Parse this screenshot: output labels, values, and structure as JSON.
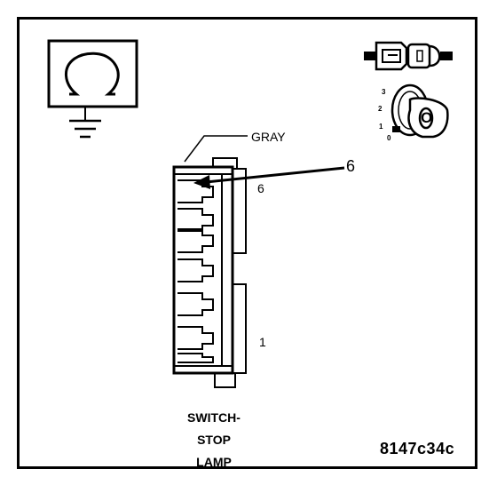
{
  "diagram": {
    "wire_color_label": "GRAY",
    "callout_pin": "6",
    "connector_top_pin": "6",
    "connector_bottom_pin": "1",
    "component_name_lines": [
      "SWITCH-",
      "STOP",
      "LAMP"
    ],
    "figure_id": "8147c34c",
    "ignition_positions": [
      "3",
      "2",
      "1",
      "0"
    ],
    "key_label": "O"
  },
  "icons": {
    "ground_symbol": "omega-ground-icon",
    "connector_plug": "connector-plug-icon",
    "ignition_key": "ignition-key-icon"
  }
}
